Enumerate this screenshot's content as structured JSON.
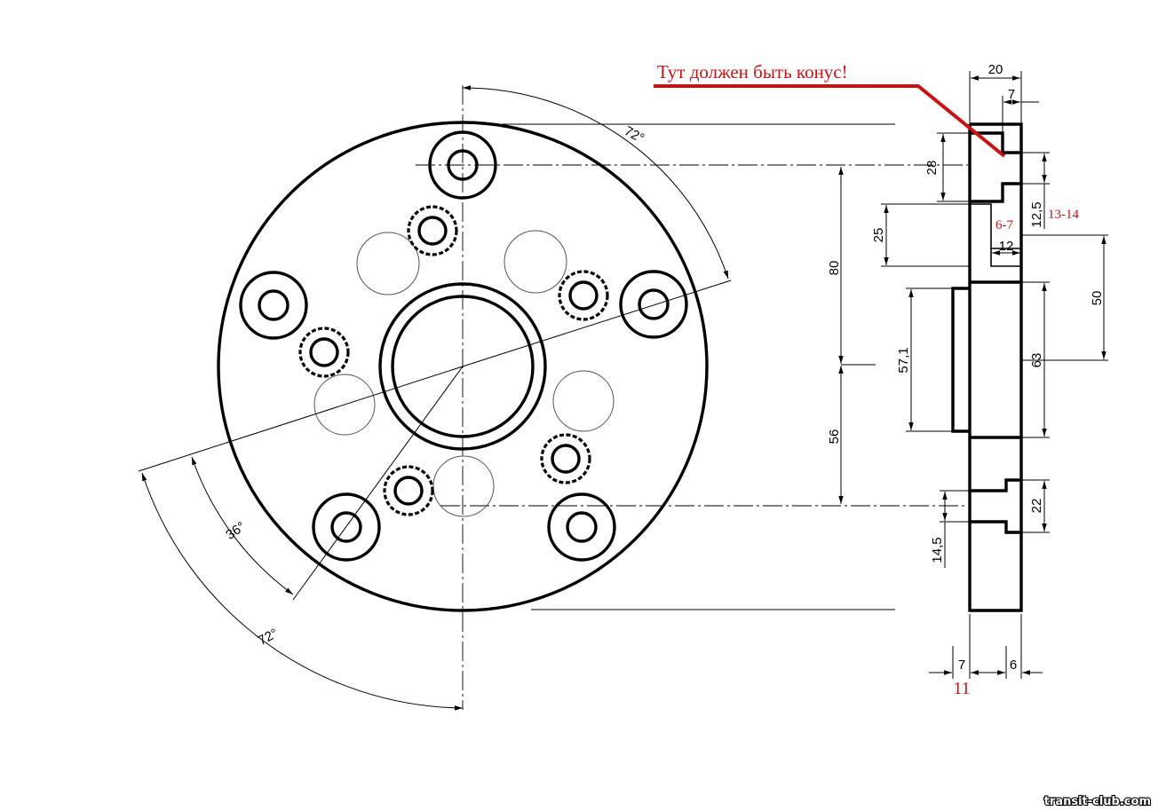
{
  "annotation": {
    "note": "Тут должен быть конус!",
    "cone_range": "13-14",
    "pocket_depth": "6-7",
    "bottom_value": "11",
    "color": "#cc1111"
  },
  "angles": {
    "top": "72°",
    "bottom_inner": "36°",
    "bottom_outer": "72°"
  },
  "dimensions": {
    "d80": "80",
    "d56": "56",
    "d57_1": "57,1",
    "d63": "63",
    "d50": "50",
    "d28": "28",
    "d25": "25",
    "d12_5": "12,5",
    "d12": "12",
    "d22": "22",
    "d14_5": "14,5",
    "d20": "20",
    "d7_top": "7",
    "d7_bottom": "7",
    "d6": "6"
  },
  "watermark": "transit-club.com"
}
